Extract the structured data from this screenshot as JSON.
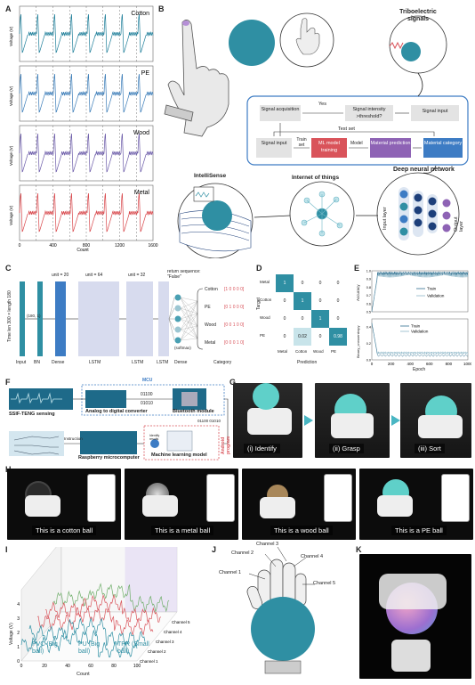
{
  "panels": {
    "A": "A",
    "B": "B",
    "C": "C",
    "D": "D",
    "E": "E",
    "F": "F",
    "G": "G",
    "H": "H",
    "I": "I",
    "J": "J",
    "K": "K"
  },
  "panelA": {
    "traces": [
      {
        "label": "Cotton",
        "color": "#1f7f9a"
      },
      {
        "label": "PE",
        "color": "#3a7cb8"
      },
      {
        "label": "Wood",
        "color": "#6a5aa8"
      },
      {
        "label": "Metal",
        "color": "#d8464a"
      }
    ],
    "ylabel": "Voltage (V)",
    "xlabel": "Count",
    "xticks": [
      "0",
      "400",
      "800",
      "1200",
      "1600"
    ]
  },
  "panelB": {
    "triboelectric": "Triboelectric signals",
    "flow": {
      "signal_acquisition": "Signal acquisition",
      "yes": "Yes",
      "signal_intensity": "Signal intensity >threshold?",
      "signal_input_top": "Signal input",
      "test_set": "Test set",
      "signal_input": "Signal input",
      "train_set": "Train set",
      "ml_training": "ML model training",
      "model": "Model",
      "material_prediction": "Material prediction",
      "material_category": "Material category"
    },
    "dnn": "Deep neural network",
    "input_layer": "Input layer",
    "output_layer": "Output layer",
    "iot": "Internet of things",
    "intellisense": "IntelliSense"
  },
  "panelC": {
    "input_dims": "Time len 300 × length 180",
    "unit20": "unit = 20",
    "unit64": "unit = 64",
    "unit32": "unit = 32",
    "return_seq": "return sequence: \"False\"",
    "shape": "(180, 1)",
    "layers": [
      "Input",
      "BN",
      "Dense",
      "LSTM",
      "LSTM",
      "LSTM",
      "Dense",
      "Category"
    ],
    "softmax": "(softmax)",
    "categories": [
      {
        "name": "Cotton",
        "code": "[1 0 0 0 0]"
      },
      {
        "name": "PE",
        "code": "[0 1 0 0 0]"
      },
      {
        "name": "Wood",
        "code": "[0 0 1 0 0]"
      },
      {
        "name": "Metal",
        "code": "[0 0 0 1 0]"
      }
    ]
  },
  "panelD": {
    "ylabel": "Target",
    "xlabel": "Prediction",
    "rows": [
      "Metal",
      "Cotton",
      "Wood",
      "PE"
    ],
    "cols": [
      "Metal",
      "Cotton",
      "Wood",
      "PE"
    ],
    "values": [
      [
        "1",
        "0",
        "0",
        "0"
      ],
      [
        "0",
        "1",
        "0",
        "0"
      ],
      [
        "0",
        "0",
        "1",
        "0"
      ],
      [
        "0",
        "0.02",
        "0",
        "0.98"
      ]
    ]
  },
  "panelE": {
    "top_ylabel": "Accuracy",
    "bottom_ylabel": "Binary_crossentropy",
    "legend": [
      "Train",
      "Validation"
    ],
    "xlabel": "Epoch",
    "xticks": [
      "0",
      "200",
      "400",
      "600",
      "800",
      "1000"
    ],
    "top_yticks": [
      "0.5",
      "0.6",
      "0.7",
      "0.8",
      "0.9",
      "1.0"
    ],
    "bottom_yticks": [
      "0.0",
      "0.2",
      "0.4"
    ]
  },
  "panelF": {
    "mcu": "MCU",
    "ssif": "SSIF-TENG sensing",
    "adc": "Analog to digital converter",
    "bits_top": "01100",
    "bits_mid": "01010",
    "bluetooth": "Bluetooth module",
    "bits_side": "01100  01010",
    "instruction": "Instruction",
    "raspberry": "Raspberry microcomputer",
    "ml": "Machine learning model",
    "android": "Android program",
    "identify": "Identify results"
  },
  "panelG": {
    "steps": [
      "(i) Identify",
      "(ii) Grasp",
      "(iii) Sort"
    ]
  },
  "panelH": {
    "captions": [
      "This is a cotton ball",
      "This is a metal ball",
      "This is a wood ball",
      "This is a PE ball"
    ]
  },
  "panelI": {
    "ylabel": "Voltage (V)",
    "xlabel": "Count",
    "xticks": [
      "0",
      "20",
      "40",
      "60",
      "80",
      "100"
    ],
    "yticks": [
      "0",
      "1",
      "2",
      "3",
      "4"
    ],
    "channels": [
      "Channel 1",
      "Channel 2",
      "Channel 3",
      "Channel 4",
      "Channel 5"
    ],
    "labels": [
      "PVC (Big ball)",
      "PU (Big ball)",
      "TPR (Small ball)"
    ]
  },
  "panelJ": {
    "channels": [
      "Channel 1",
      "Channel 2",
      "Channel 3",
      "Channel 4",
      "Channel 5"
    ]
  },
  "colors": {
    "teal": "#2f8fa3",
    "red": "#d9535a",
    "purple": "#8e63b5",
    "blue": "#3d7cc4"
  }
}
